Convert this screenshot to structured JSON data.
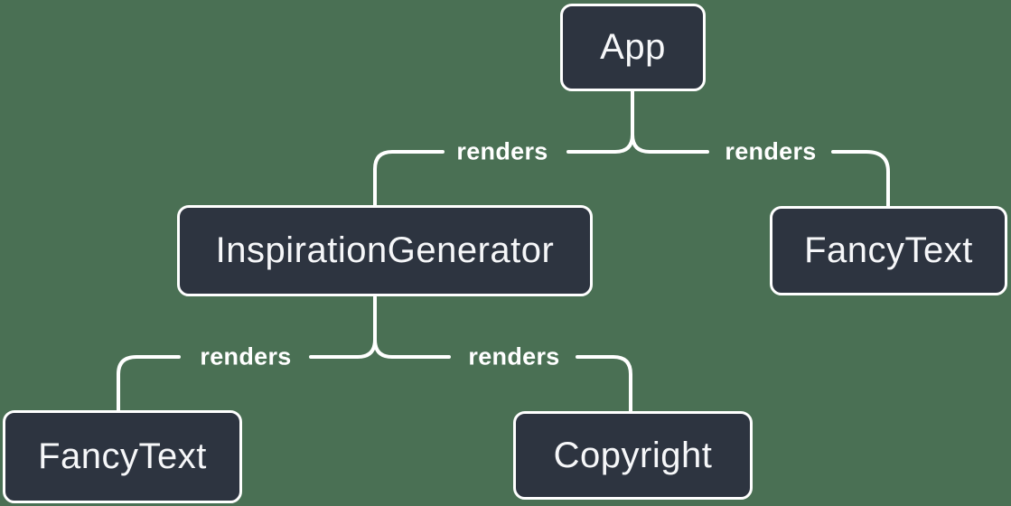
{
  "diagram": {
    "type": "tree",
    "nodes": {
      "app": {
        "label": "App"
      },
      "inspiration_generator": {
        "label": "InspirationGenerator"
      },
      "fancy_text_top": {
        "label": "FancyText"
      },
      "fancy_text_bottom": {
        "label": "FancyText"
      },
      "copyright": {
        "label": "Copyright"
      }
    },
    "edges": [
      {
        "from": "App",
        "to": "InspirationGenerator",
        "label": "renders"
      },
      {
        "from": "App",
        "to": "FancyText",
        "label": "renders"
      },
      {
        "from": "InspirationGenerator",
        "to": "FancyText",
        "label": "renders"
      },
      {
        "from": "InspirationGenerator",
        "to": "Copyright",
        "label": "renders"
      }
    ],
    "colors": {
      "background": "#4a7054",
      "node_fill": "#2d3440",
      "node_border": "#ffffff",
      "node_text": "#f6f7f9",
      "connector": "#ffffff",
      "edge_label_text": "#ffffff"
    }
  }
}
